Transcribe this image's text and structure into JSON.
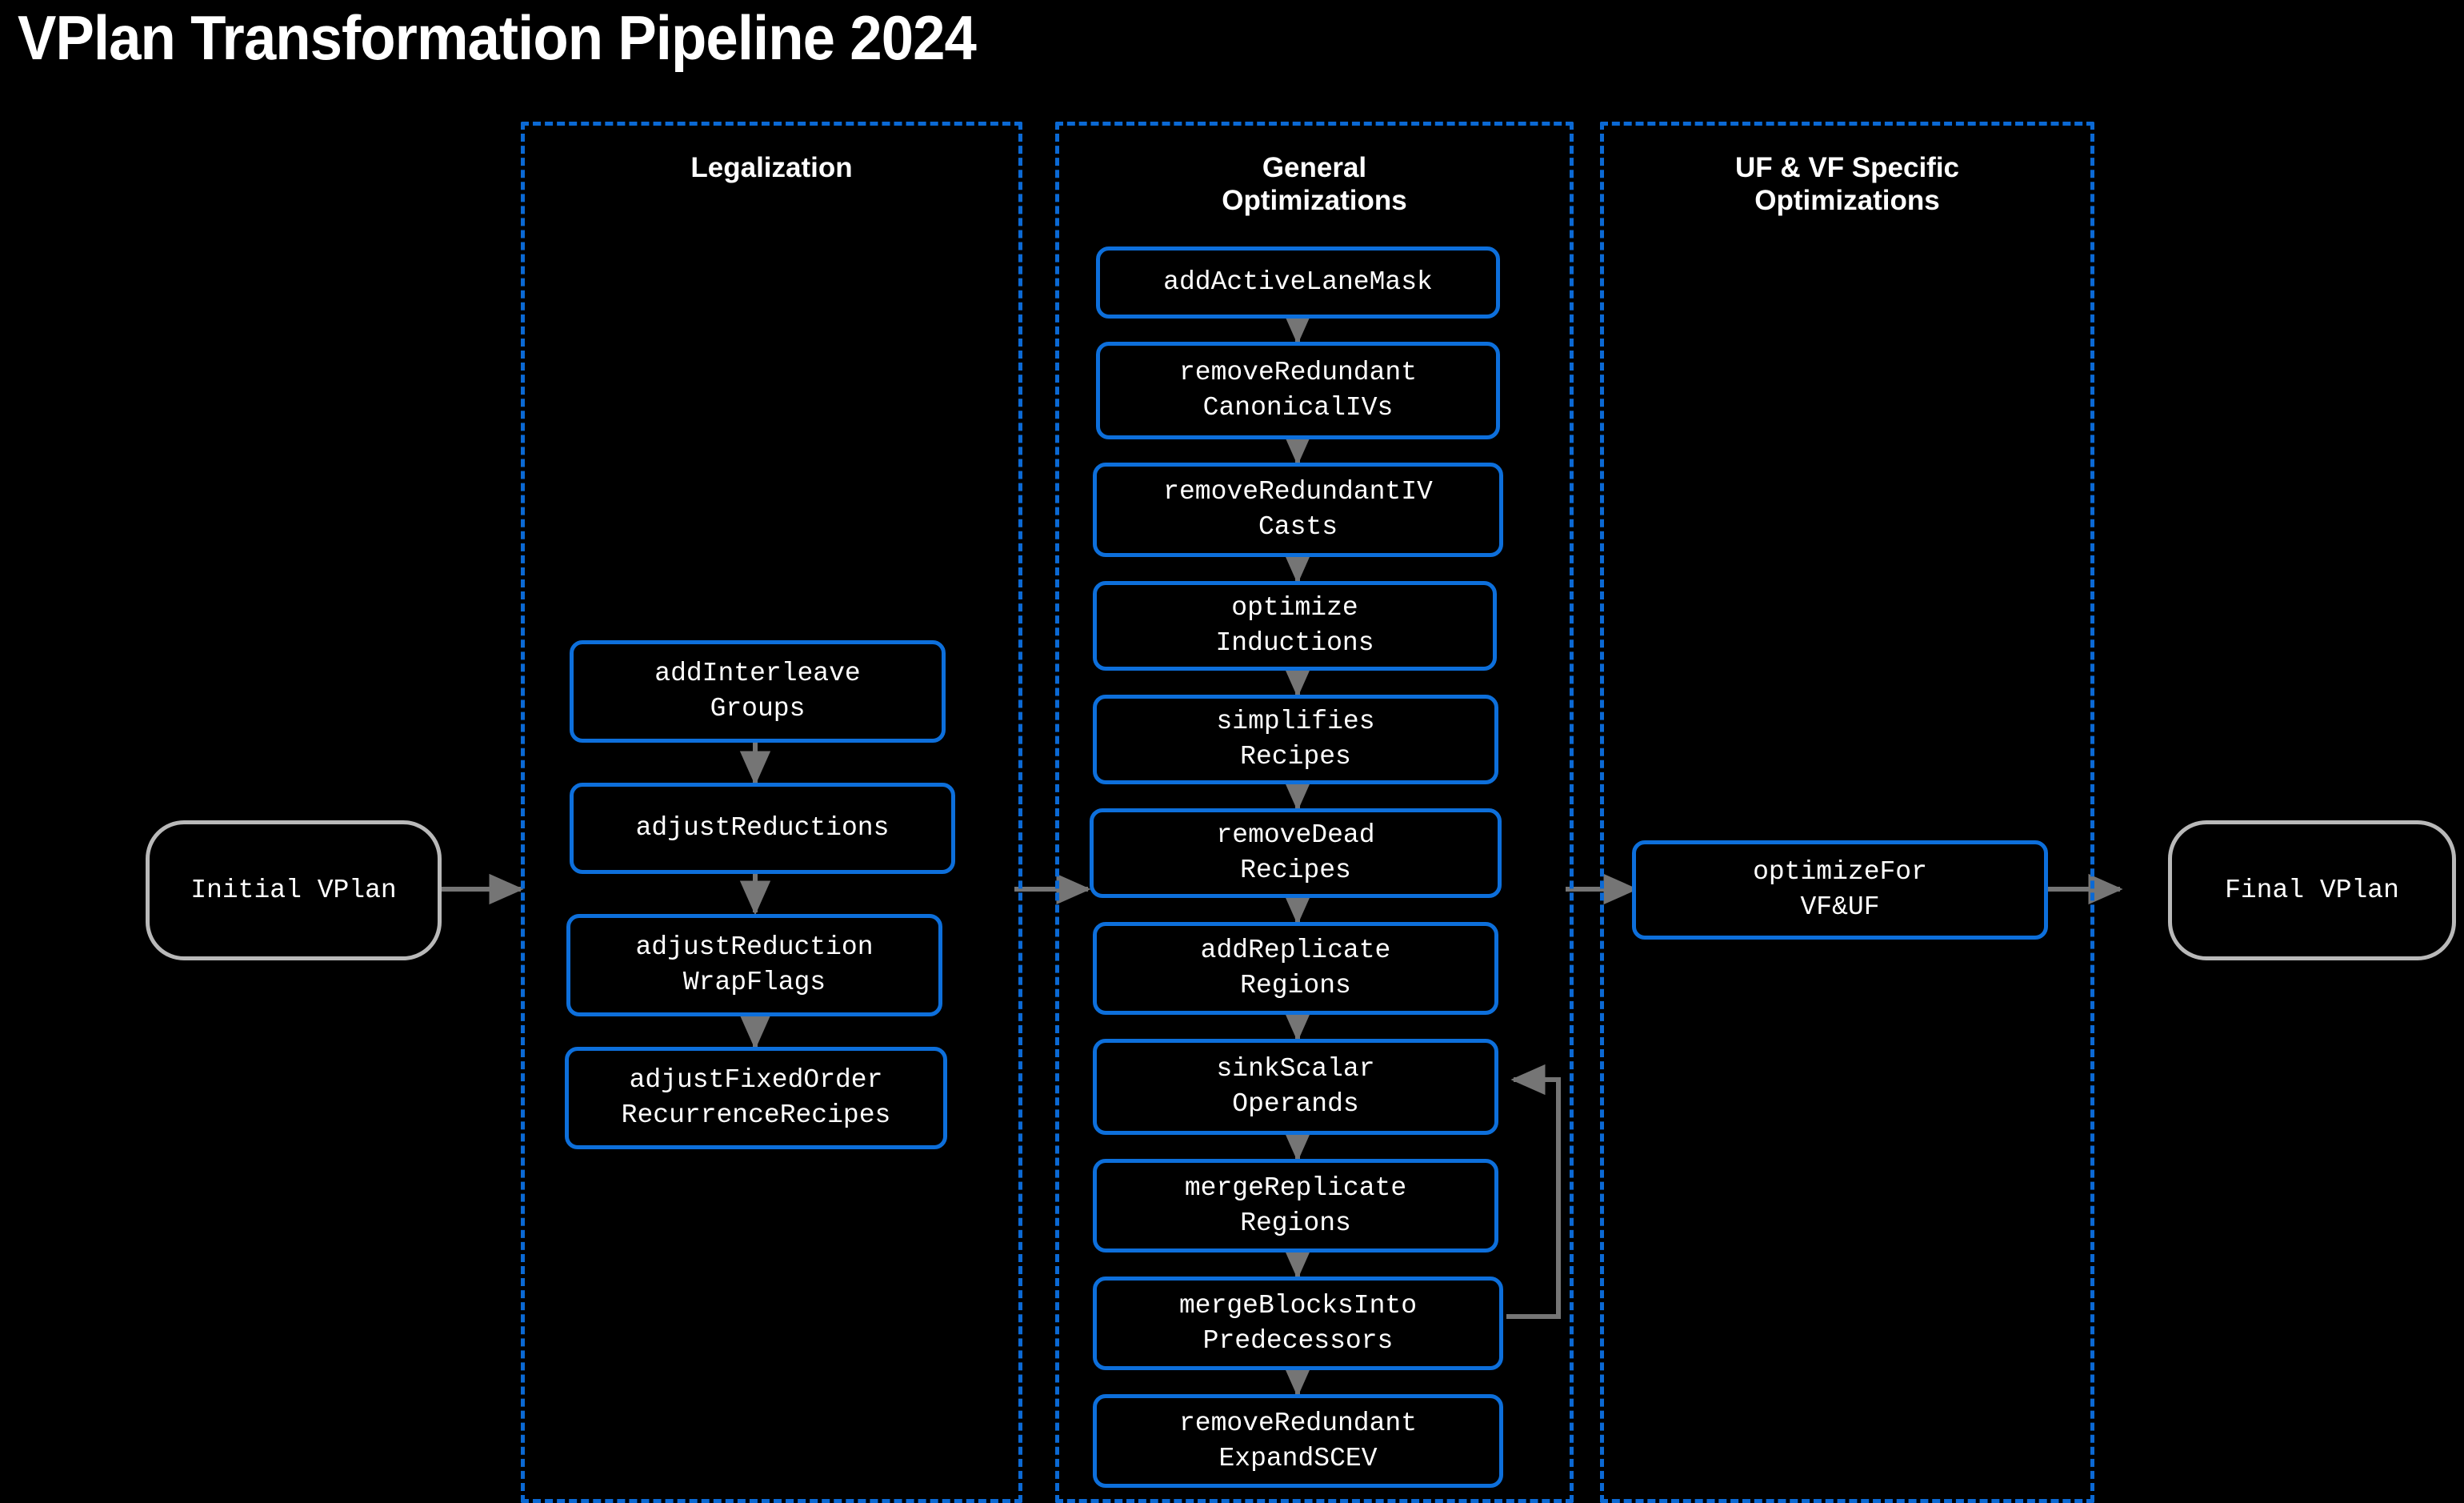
{
  "title": "VPlan Transformation Pipeline 2024",
  "colors": {
    "background": "#000000",
    "subgraph_border": "#0b69d4",
    "node_border": "#0d6fdb",
    "terminal_border": "#b9b9b9",
    "edge": "#757575",
    "text": "#ffffff"
  },
  "terminals": {
    "start": {
      "label": "Initial VPlan"
    },
    "end": {
      "label": "Final VPlan"
    }
  },
  "subgraphs": [
    {
      "id": "legalization",
      "title": "Legalization",
      "nodes": [
        {
          "id": "addInterleaveGroups",
          "label": "addInterleave\nGroups"
        },
        {
          "id": "adjustReductions",
          "label": "adjustReductions"
        },
        {
          "id": "adjustReductionWrapFlags",
          "label": "adjustReduction\nWrapFlags"
        },
        {
          "id": "adjustFixedOrderRecurrenceRecipes",
          "label": "adjustFixedOrder\nRecurrenceRecipes"
        }
      ]
    },
    {
      "id": "general-optimizations",
      "title": "General\nOptimizations",
      "nodes": [
        {
          "id": "addActiveLaneMask",
          "label": "addActiveLaneMask"
        },
        {
          "id": "removeRedundantCanonicalIVs",
          "label": "removeRedundant\nCanonicalIVs"
        },
        {
          "id": "removeRedundantIVCasts",
          "label": "removeRedundantIV\nCasts"
        },
        {
          "id": "optimizeInductions",
          "label": "optimize\nInductions"
        },
        {
          "id": "simplifiesRecipes",
          "label": "simplifies\nRecipes"
        },
        {
          "id": "removeDeadRecipes",
          "label": "removeDead\nRecipes"
        },
        {
          "id": "addReplicateRegions",
          "label": "addReplicate\nRegions"
        },
        {
          "id": "sinkScalarOperands",
          "label": "sinkScalar\nOperands"
        },
        {
          "id": "mergeReplicateRegions",
          "label": "mergeReplicate\nRegions"
        },
        {
          "id": "mergeBlocksIntoPredecessors",
          "label": "mergeBlocksInto\nPredecessors"
        },
        {
          "id": "removeRedundantExpandSCEV",
          "label": "removeRedundant\nExpandSCEV"
        }
      ]
    },
    {
      "id": "uf-vf-specific-optimizations",
      "title": "UF & VF Specific\nOptimizations",
      "nodes": [
        {
          "id": "optimizeForVFUF",
          "label": "optimizeFor\nVF&UF"
        }
      ]
    }
  ],
  "edges": [
    {
      "from": "start",
      "to": "legalization"
    },
    {
      "from": "addInterleaveGroups",
      "to": "adjustReductions"
    },
    {
      "from": "adjustReductions",
      "to": "adjustReductionWrapFlags"
    },
    {
      "from": "adjustReductionWrapFlags",
      "to": "adjustFixedOrderRecurrenceRecipes"
    },
    {
      "from": "legalization",
      "to": "general-optimizations"
    },
    {
      "from": "addActiveLaneMask",
      "to": "removeRedundantCanonicalIVs"
    },
    {
      "from": "removeRedundantCanonicalIVs",
      "to": "removeRedundantIVCasts"
    },
    {
      "from": "removeRedundantIVCasts",
      "to": "optimizeInductions"
    },
    {
      "from": "optimizeInductions",
      "to": "simplifiesRecipes"
    },
    {
      "from": "simplifiesRecipes",
      "to": "removeDeadRecipes"
    },
    {
      "from": "removeDeadRecipes",
      "to": "addReplicateRegions"
    },
    {
      "from": "addReplicateRegions",
      "to": "sinkScalarOperands"
    },
    {
      "from": "sinkScalarOperands",
      "to": "mergeReplicateRegions"
    },
    {
      "from": "mergeReplicateRegions",
      "to": "mergeBlocksIntoPredecessors"
    },
    {
      "from": "mergeBlocksIntoPredecessors",
      "to": "removeRedundantExpandSCEV"
    },
    {
      "from": "mergeBlocksIntoPredecessors",
      "to": "sinkScalarOperands",
      "style": "feedback-loop"
    },
    {
      "from": "general-optimizations",
      "to": "optimizeForVFUF"
    },
    {
      "from": "optimizeForVFUF",
      "to": "end"
    }
  ]
}
